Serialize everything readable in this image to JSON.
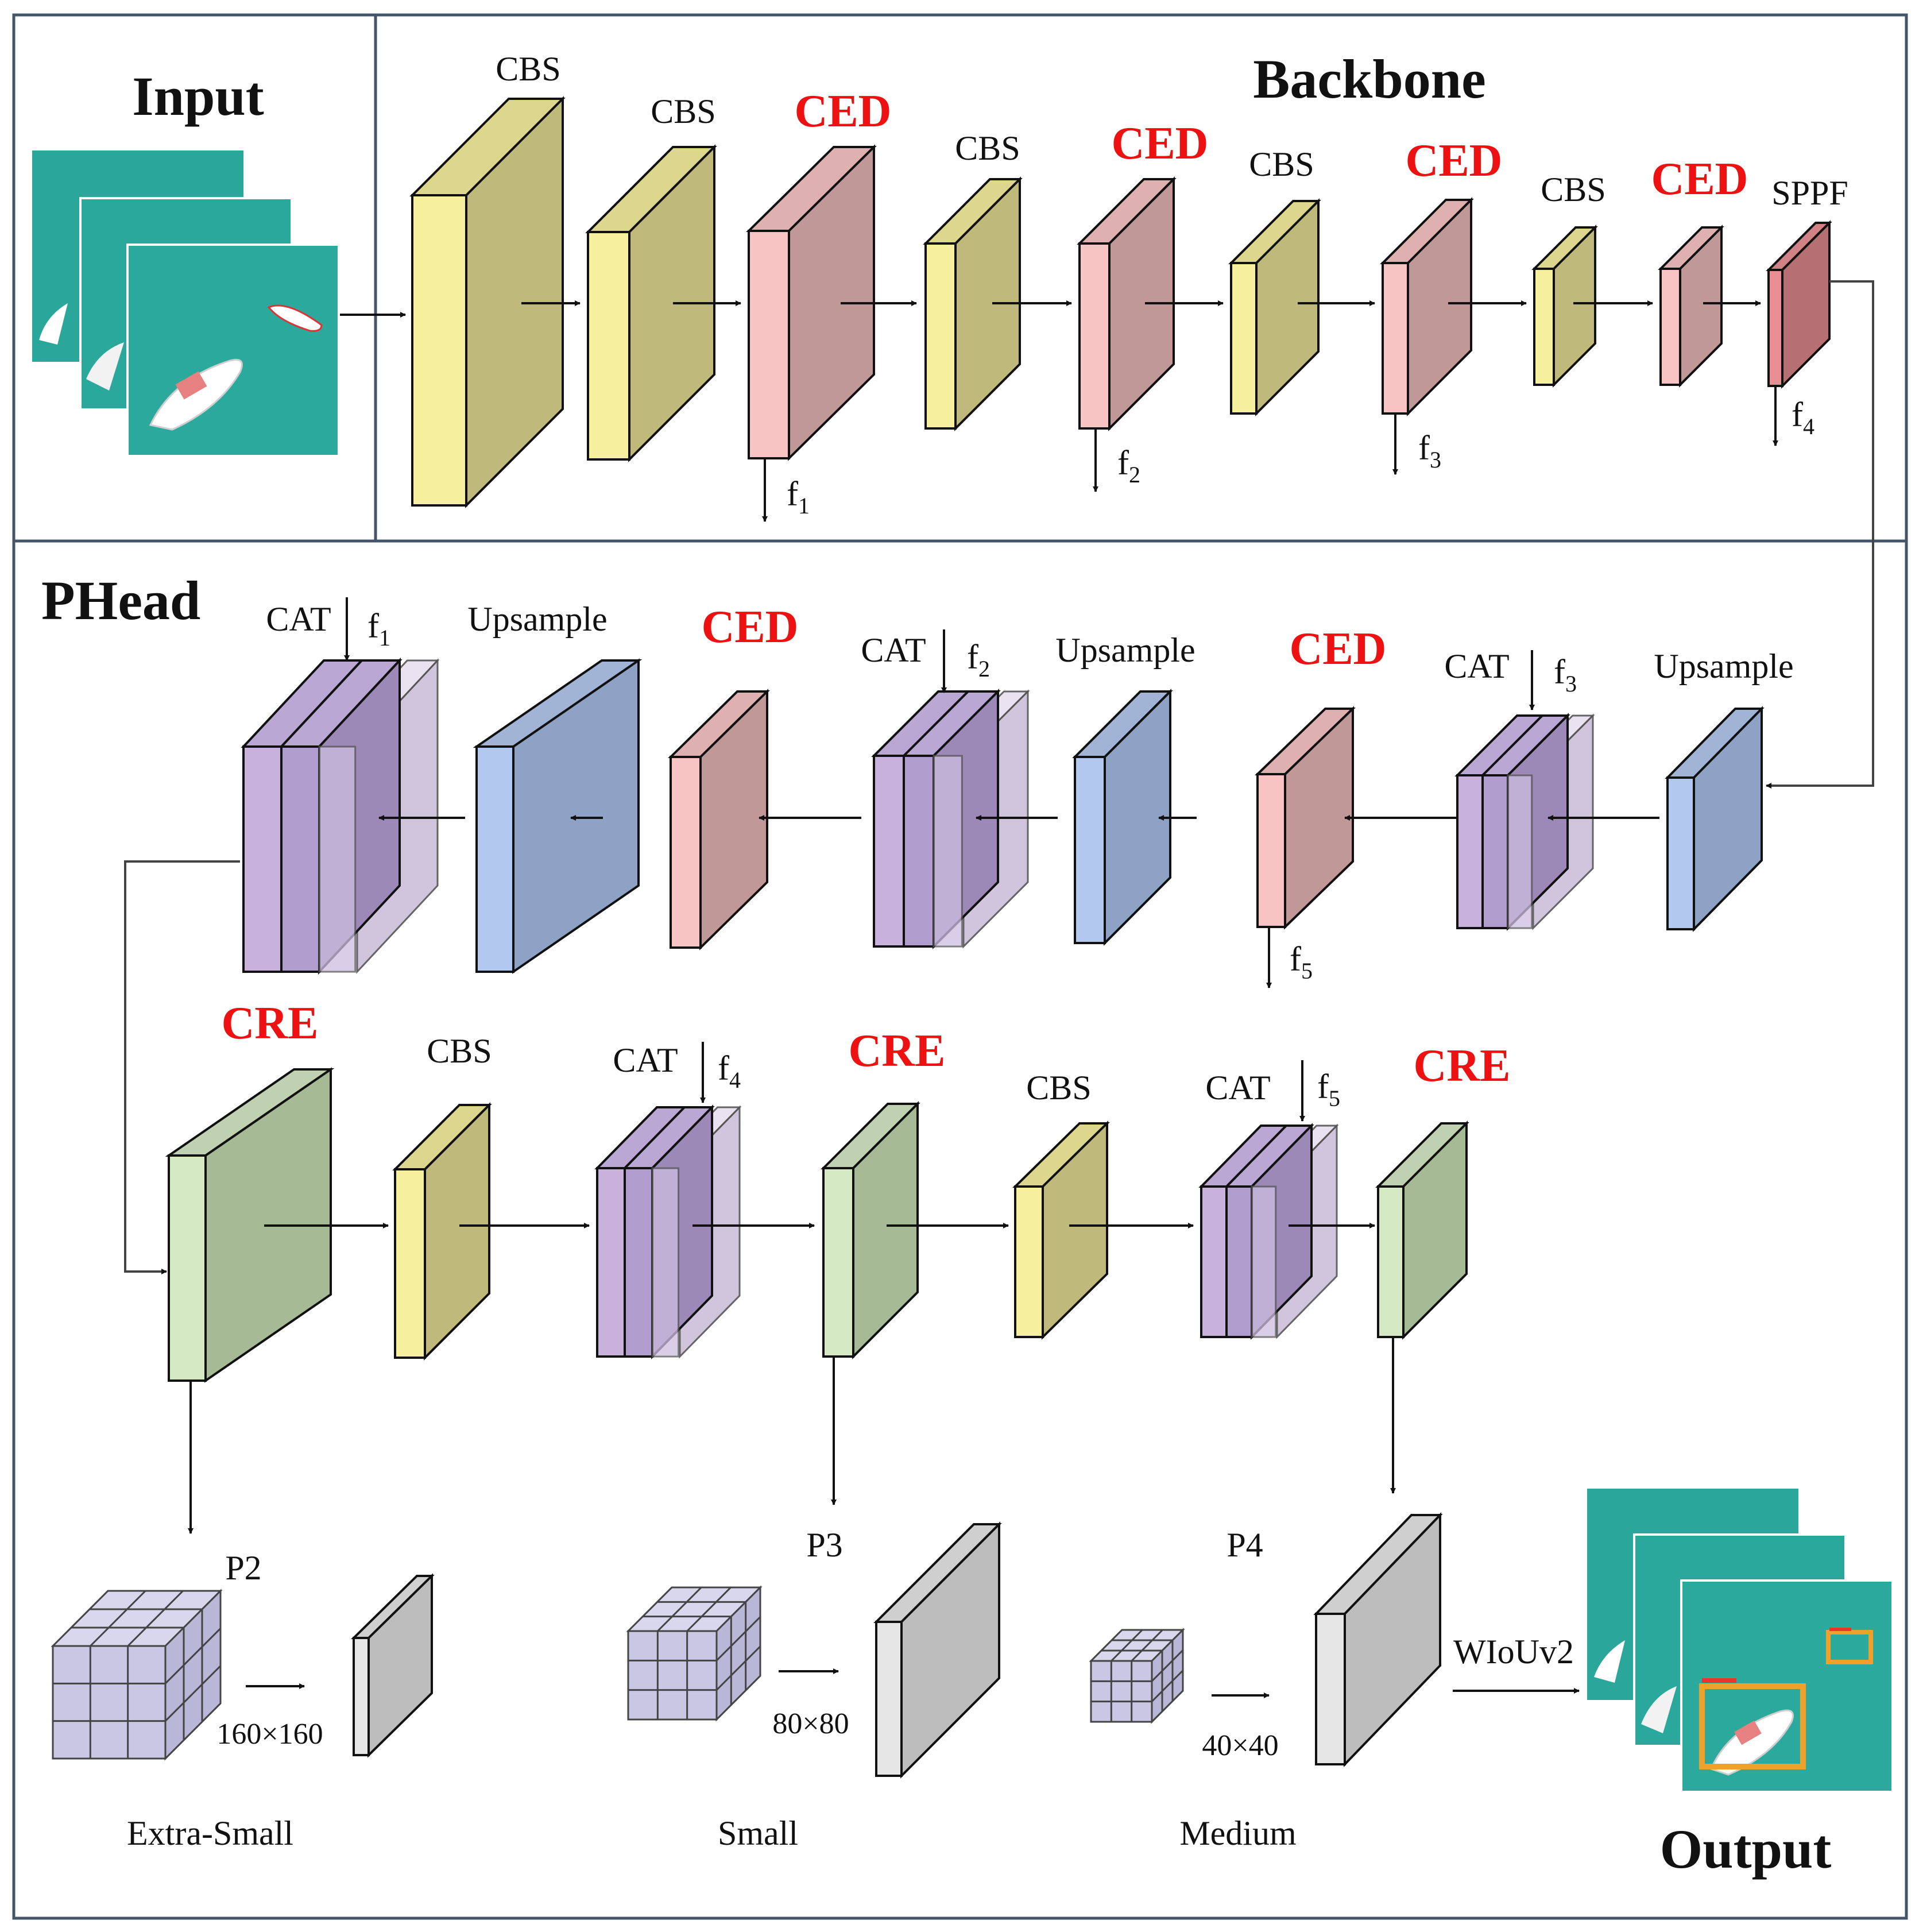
{
  "sections": {
    "input": "Input",
    "backbone": "Backbone",
    "phead": "PHead",
    "output": "Output"
  },
  "backbone_labels": [
    "CBS",
    "CBS",
    "CED",
    "CBS",
    "CED",
    "CBS",
    "CED",
    "CBS",
    "CED",
    "SPPF"
  ],
  "backbone_taps": [
    "f1",
    "f2",
    "f3",
    "f4"
  ],
  "head_row1_labels": [
    "CAT",
    "Upsample",
    "CED",
    "CAT",
    "Upsample",
    "CED",
    "CAT",
    "Upsample"
  ],
  "head_row1_taps": [
    "f1",
    "f2",
    "f3",
    "f5"
  ],
  "head_row2_labels": [
    "CRE",
    "CBS",
    "CAT",
    "CRE",
    "CBS",
    "CAT",
    "CRE"
  ],
  "head_row2_taps": [
    "f4",
    "f5"
  ],
  "heads": [
    {
      "name": "P2",
      "scale": "160×160",
      "size": "Extra-Small"
    },
    {
      "name": "P3",
      "scale": "80×80",
      "size": "Small"
    },
    {
      "name": "P4",
      "scale": "40×40",
      "size": "Medium"
    }
  ],
  "loss_label": "WIoUv2",
  "colors": {
    "cbs": "#f5ef9e",
    "ced": "#f8c3c3",
    "sppf": "#e98f93",
    "upsample": "#b3c8ee",
    "cat": "#c8b2dc",
    "cre": "#d4e8c4",
    "pred": "#e6e6e6",
    "grid": "#c9c7e3",
    "water": "#2aa69b",
    "accent_red": "#ee1111",
    "box": "#f0a12a"
  }
}
